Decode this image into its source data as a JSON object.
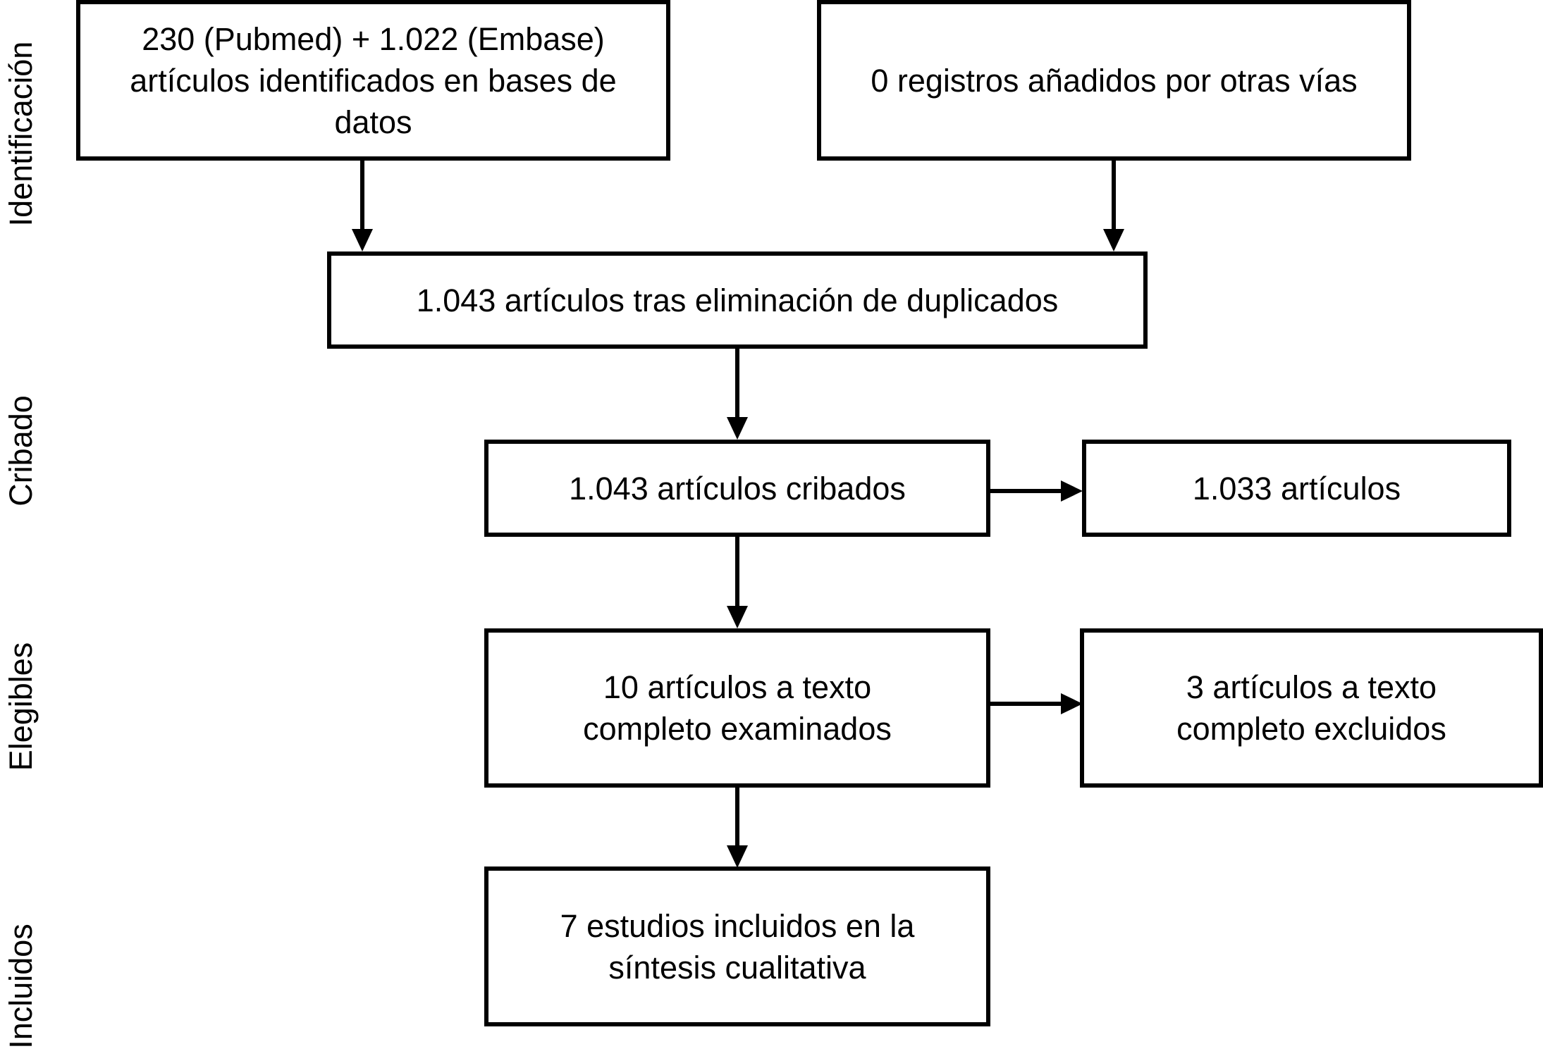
{
  "stages": {
    "identification": "Identificación",
    "screening": "Cribado",
    "eligibility": "Elegibles",
    "included": "Incluidos"
  },
  "boxes": {
    "database_records": "230 (Pubmed) + 1.022 (Embase)\nartículos identificados en bases de\ndatos",
    "other_sources": "0 registros añadidos por otras vías",
    "after_duplicates": "1.043 artículos tras eliminación de duplicados",
    "screened": "1.043 artículos cribados",
    "excluded_screening": "1.033 artículos",
    "full_text_assessed": "10 artículos a texto\ncompleto examinados",
    "full_text_excluded": "3 artículos a texto\ncompleto excluidos",
    "included_studies": "7 estudios incluidos en la\nsíntesis cualitativa"
  },
  "colors": {
    "stroke": "#000000",
    "background": "#ffffff"
  }
}
